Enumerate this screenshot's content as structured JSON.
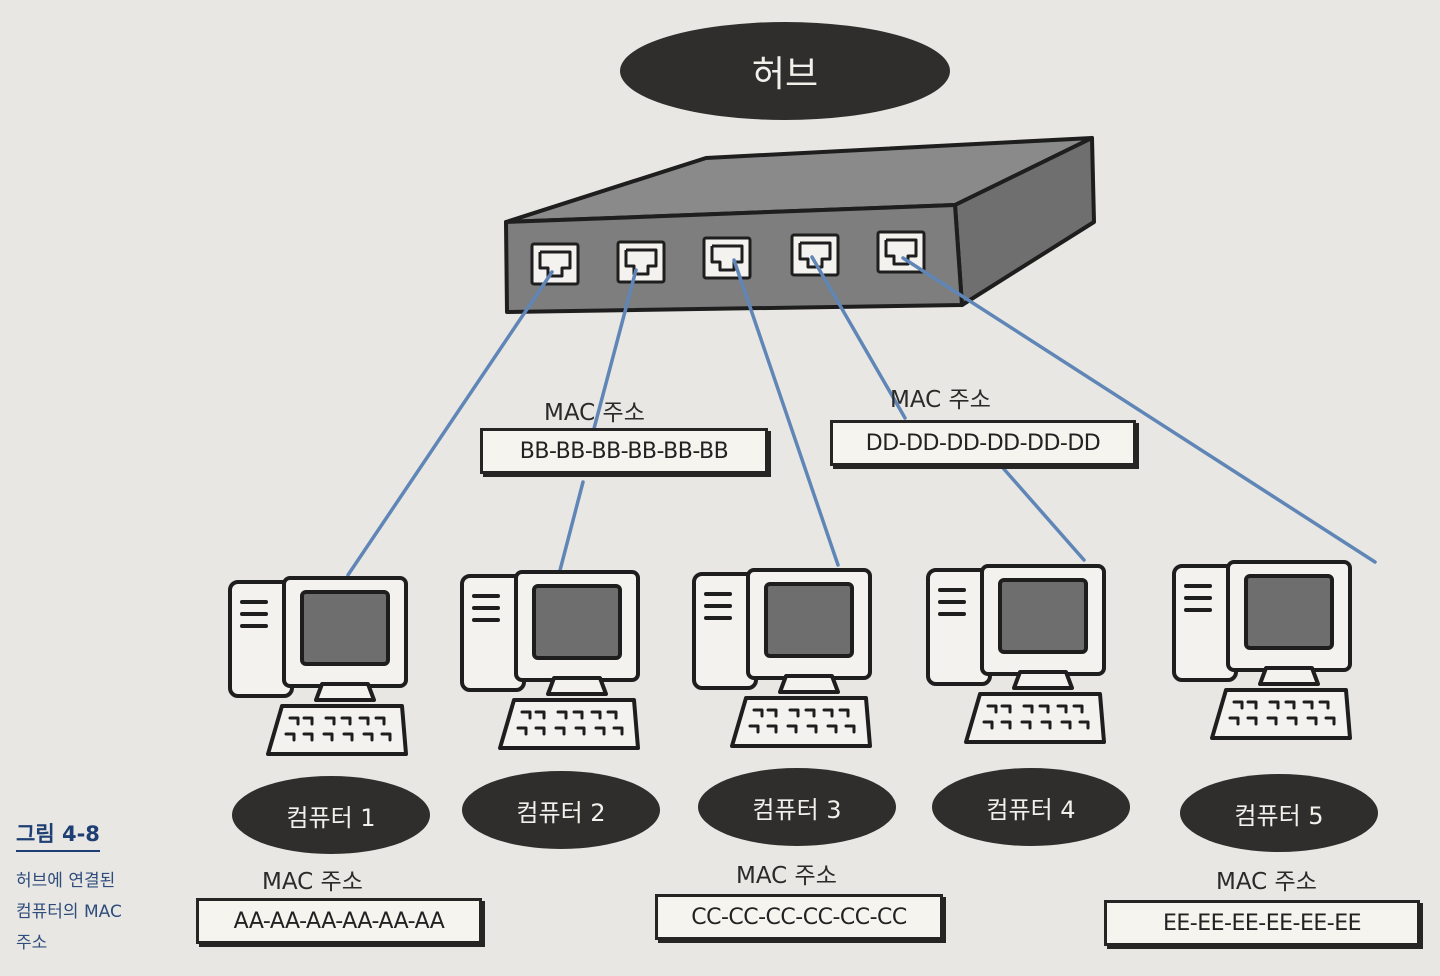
{
  "hub": {
    "label": "허브"
  },
  "computers": [
    {
      "label": "컴퓨터 1"
    },
    {
      "label": "컴퓨터 2"
    },
    {
      "label": "컴퓨터 3"
    },
    {
      "label": "컴퓨터 4"
    },
    {
      "label": "컴퓨터 5"
    }
  ],
  "mac_addresses": [
    {
      "caption": "MAC 주소",
      "value": "AA-AA-AA-AA-AA-AA"
    },
    {
      "caption": "MAC 주소",
      "value": "BB-BB-BB-BB-BB-BB"
    },
    {
      "caption": "MAC 주소",
      "value": "CC-CC-CC-CC-CC-CC"
    },
    {
      "caption": "MAC 주소",
      "value": "DD-DD-DD-DD-DD-DD"
    },
    {
      "caption": "MAC 주소",
      "value": "EE-EE-EE-EE-EE-EE"
    }
  ],
  "figure": {
    "number": "그림 4-8",
    "caption": "허브에 연결된 컴퓨터의 MAC 주소"
  },
  "colors": {
    "cable": "#5f86b6",
    "hub_body": "#7b7b7b",
    "oval": "#2f2e2c",
    "caption": "#1e3f73"
  }
}
